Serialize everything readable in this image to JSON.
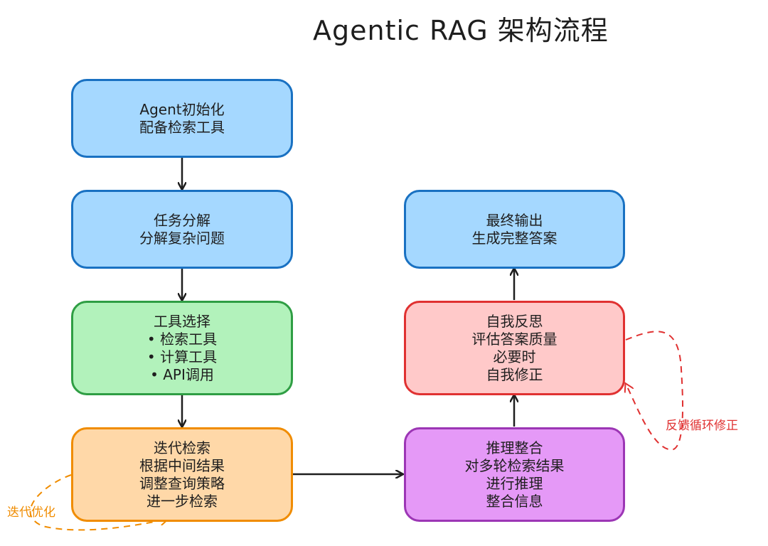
{
  "title": "Agentic RAG 架构流程",
  "nodes": {
    "init": {
      "lines": [
        "Agent初始化",
        "配备检索工具"
      ]
    },
    "decompose": {
      "lines": [
        "任务分解",
        "分解复杂问题"
      ]
    },
    "tool_select": {
      "lines": [
        "工具选择",
        "• 检索工具",
        "• 计算工具",
        "• API调用"
      ]
    },
    "iterative": {
      "lines": [
        "迭代检索",
        "根据中间结果",
        "调整查询策略",
        "进一步检索"
      ]
    },
    "reasoning": {
      "lines": [
        "推理整合",
        "对多轮检索结果",
        "进行推理",
        "整合信息"
      ]
    },
    "reflect": {
      "lines": [
        "自我反思",
        "评估答案质量",
        "必要时",
        "自我修正"
      ]
    },
    "output": {
      "lines": [
        "最终输出",
        "生成完整答案"
      ]
    }
  },
  "loops": {
    "feedback_label": "反馈循环修正",
    "iterate_label": "迭代优化"
  },
  "colors": {
    "blue_fill": "#a5d8ff",
    "blue_stroke": "#1971c2",
    "green_fill": "#b2f2bb",
    "green_stroke": "#2f9e44",
    "orange_fill": "#ffd8a8",
    "orange_stroke": "#f08c00",
    "red_fill": "#ffc9c9",
    "red_stroke": "#e03131",
    "purple_fill": "#e599f7",
    "purple_stroke": "#9c36b5"
  }
}
